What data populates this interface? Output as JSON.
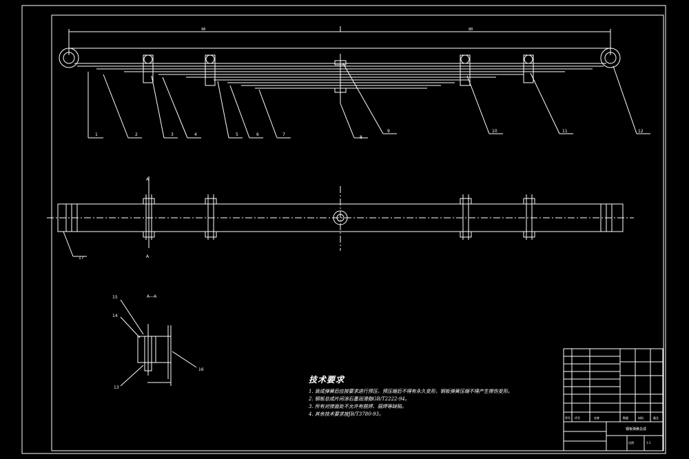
{
  "drawing": {
    "view_label": "A—A",
    "section_marks": [
      "A",
      "A"
    ],
    "dimension_marks": [
      "98",
      "88"
    ],
    "balloons": {
      "b1": "1",
      "b2": "2",
      "b3": "3",
      "b4": "4",
      "b5": "5",
      "b6": "6",
      "b7": "7",
      "b8": "8",
      "b9": "9",
      "b10": "10",
      "b11": "11",
      "b12": "12",
      "b13": "13",
      "b14": "14",
      "b15": "15",
      "b16": "16",
      "b17": "17"
    }
  },
  "tech_requirements": {
    "title": "技术要求",
    "items": [
      "1. 装成弹簧后应按要求进行预压，预压缩后不得有永久变形，钢板弹簧压缩不得产生擦伤变形。",
      "2. 钢板总成片间涂石墨润滑脂GB/T2222-94。",
      "3. 所有对接面处不允许有脱焊、弱焊等缺陷。",
      "4. 其余技术要求按JB/T3780-93。"
    ]
  },
  "title_block": {
    "drawing_name": "钢板弹簧总成",
    "header_cells": [
      "序号",
      "代号",
      "名称",
      "数量",
      "材料",
      "备注"
    ],
    "scale_label": "比例",
    "scale_value": "1:1"
  },
  "colors": {
    "line": "#ffffff",
    "background": "#000000"
  }
}
